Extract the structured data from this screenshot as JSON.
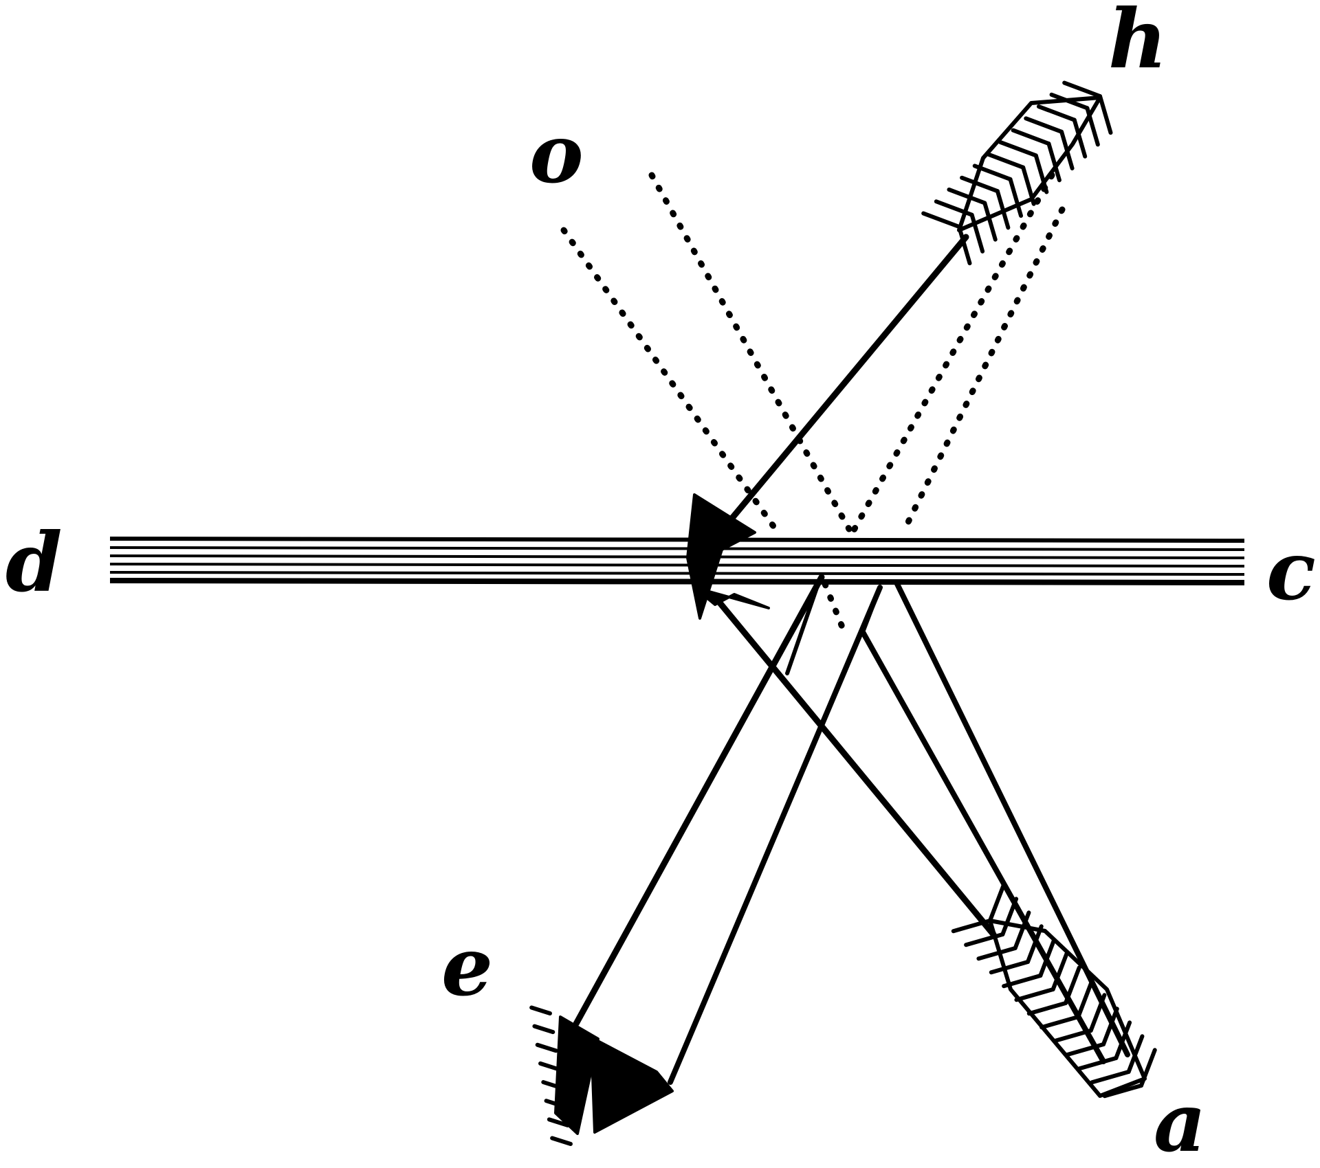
{
  "labels": {
    "h": "h",
    "o": "o",
    "d": "d",
    "c": "c",
    "e": "e",
    "a": "a"
  },
  "colors": {
    "ink": "#000000",
    "background": "#ffffff"
  }
}
